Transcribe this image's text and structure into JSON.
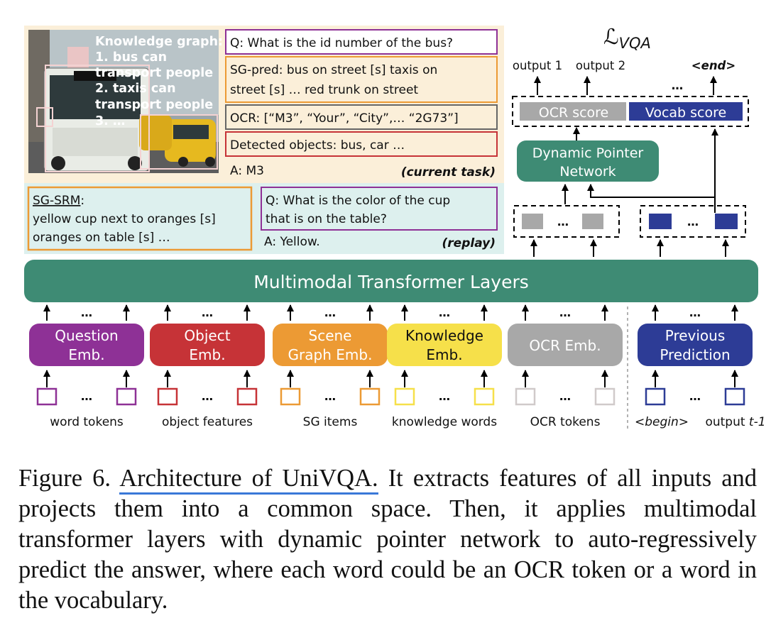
{
  "colors": {
    "transformer": "#3e8b74",
    "question": "#8e3196",
    "object": "#c63337",
    "scene_graph": "#ec9a34",
    "knowledge": "#f6e04a",
    "ocr": "#a8a8a8",
    "prediction": "#2d3c96",
    "current_bg": "#fbefd9",
    "replay_bg": "#ddf0ee"
  },
  "diagram": {
    "knowledge_graph": {
      "title": "Knowledge graph:",
      "lines": [
        "1. bus can",
        "transport people",
        "2. taxis can",
        "transport people",
        "3. …"
      ]
    },
    "current_task": {
      "question": "Q: What is the id number of the bus?",
      "sg_pred": [
        "SG-pred: bus on street [s] taxis on",
        "street [s]  … red trunk on street"
      ],
      "ocr": "OCR: [“M3”, “Your”, “City”,… “2G73”]",
      "detected": "Detected objects: bus, car …",
      "answer": "A: M3",
      "tag": "(current task)"
    },
    "replay": {
      "sg_srm_title": "SG-SRM",
      "sg_srm_colon": ":",
      "sg_srm_lines": [
        "yellow cup next to oranges [s]",
        "oranges on table [s] …"
      ],
      "question": [
        "Q: What is the color of the cup",
        "that is on the table?"
      ],
      "answer": "A: Yellow.",
      "tag": "(replay)"
    },
    "loss_main": "ℒ",
    "loss_sub": "VQA",
    "outputs": {
      "o1": "output 1",
      "o2": "output 2",
      "dots": "…",
      "end": "<end>"
    },
    "ocr_score": "OCR score",
    "vocab_score": "Vocab score",
    "pointer": [
      "Dynamic Pointer",
      "Network"
    ],
    "transformer": "Multimodal Transformer Layers",
    "dots": "…",
    "embeddings": [
      {
        "lines": [
          "Question",
          "Emb."
        ],
        "input": "word tokens"
      },
      {
        "lines": [
          "Object",
          "Emb."
        ],
        "input": "object features"
      },
      {
        "lines": [
          "Scene",
          "Graph Emb."
        ],
        "input": "SG items"
      },
      {
        "lines": [
          "Knowledge",
          "Emb."
        ],
        "input": "knowledge words"
      },
      {
        "lines": [
          "OCR Emb."
        ],
        "input": "OCR tokens"
      },
      {
        "lines": [
          "Previous",
          "Prediction"
        ],
        "input_begin": "<begin>",
        "input_out": "output ",
        "input_t": "t-1"
      }
    ]
  },
  "caption": {
    "label": "Figure 6.",
    "title": "Architecture of UniVQA.",
    "body": "It extracts features of all inputs and projects them into a common space. Then, it applies multimodal transformer layers with dynamic pointer network to auto-regressively predict the answer, where each word could be an OCR token or a word in the vocabulary."
  }
}
